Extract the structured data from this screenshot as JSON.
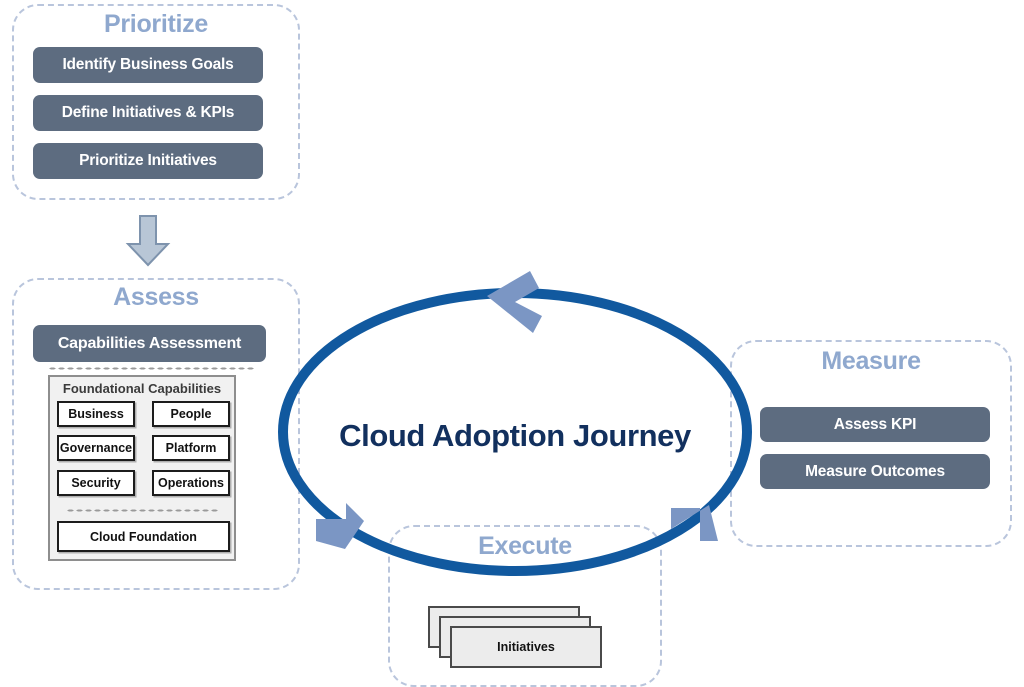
{
  "diagram": {
    "center_label": "Cloud Adoption Journey",
    "colors": {
      "phase_border": "#b9c5dc",
      "phase_title": "#8fa8ce",
      "pill_fill": "#5d6c80",
      "pill_text": "#ffffff",
      "cycle_stroke": "#11599f",
      "arrow_head": "#7b96c4",
      "center_text": "#12305e",
      "panel_fill": "#f1f1f1",
      "card_fill": "#ececec"
    }
  },
  "phases": {
    "prioritize": {
      "title": "Prioritize",
      "items": [
        {
          "label": "Identify Business Goals"
        },
        {
          "label": "Define Initiatives & KPIs"
        },
        {
          "label": "Prioritize Initiatives"
        }
      ]
    },
    "assess": {
      "title": "Assess",
      "primary_item": "Capabilities Assessment",
      "panel": {
        "title": "Foundational Capabilities",
        "capabilities": [
          {
            "label": "Business"
          },
          {
            "label": "People"
          },
          {
            "label": "Governance"
          },
          {
            "label": "Platform"
          },
          {
            "label": "Security"
          },
          {
            "label": "Operations"
          }
        ],
        "foundation": {
          "label": "Cloud Foundation"
        }
      }
    },
    "execute": {
      "title": "Execute",
      "stack_label": "Initiatives"
    },
    "measure": {
      "title": "Measure",
      "items": [
        {
          "label": "Assess KPI"
        },
        {
          "label": "Measure Outcomes"
        }
      ]
    }
  },
  "flow": {
    "down_arrow_name": "prioritize-to-assess-arrow",
    "cycle_arrow_top": "cycle-arrow-top",
    "cycle_arrow_bottom_left": "cycle-arrow-bottom-left",
    "cycle_arrow_bottom_right": "cycle-arrow-bottom-right"
  }
}
